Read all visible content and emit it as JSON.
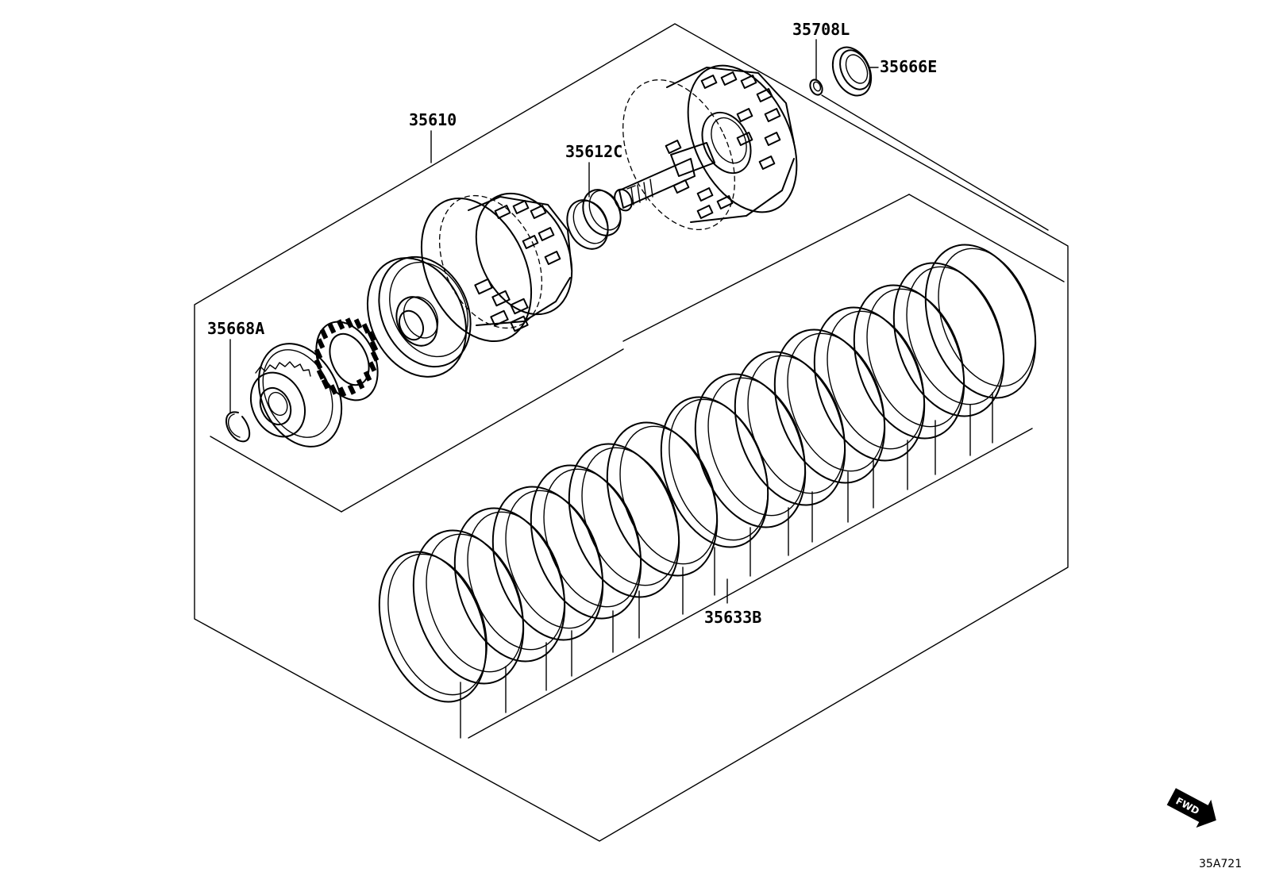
{
  "labels": {
    "assembly": "35610",
    "seal_ring": "35612C",
    "snap_ring": "35708L",
    "bearing_race": "35666E",
    "hub_snap_ring": "35668A",
    "clutch_plates": "35633B"
  },
  "fwd_badge": "FWD",
  "diagram_code": "35A721"
}
